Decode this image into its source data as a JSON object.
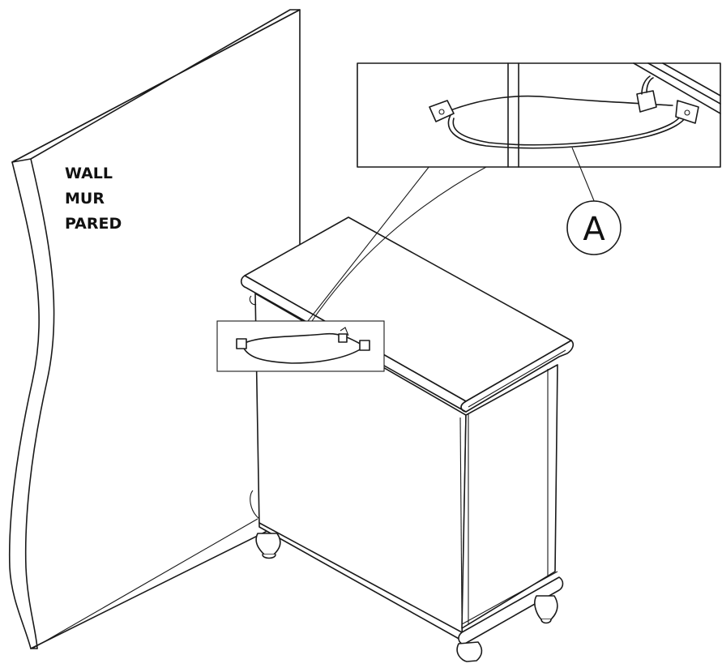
{
  "wall_labels": {
    "english": "WALL",
    "french": "MUR",
    "spanish": "PARED"
  },
  "callout": {
    "letter": "A"
  },
  "icons": [
    "wall-icon",
    "dresser-icon",
    "anti-tip-strap-icon",
    "magnifier-callout-icon"
  ],
  "colors": {
    "ink": "#1a1a1a",
    "background": "#ffffff"
  }
}
